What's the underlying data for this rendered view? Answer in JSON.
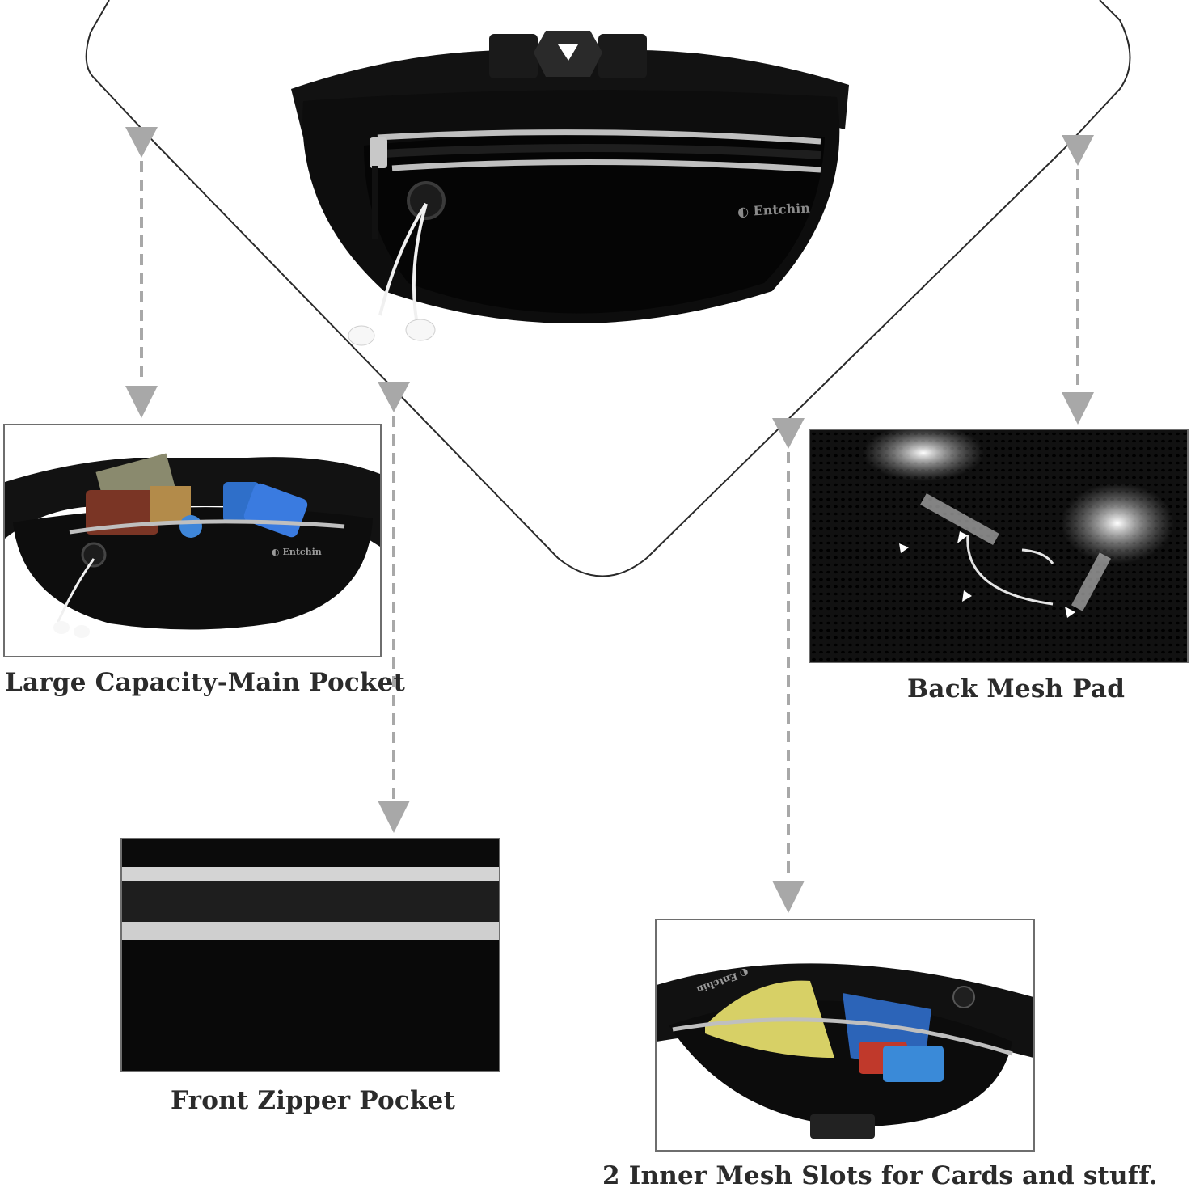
{
  "brand": {
    "name": "Entchin"
  },
  "captions": {
    "main_pocket": "Large Capacity-Main Pocket",
    "back_mesh": "Back Mesh Pad",
    "front_zipper": "Front Zipper Pocket",
    "inner_mesh": "2 Inner Mesh Slots for Cards and stuff."
  },
  "colors": {
    "bag_black": "#0d0d0d",
    "reflective_stripe": "#bfbfbf",
    "connector_line": "#2a2a2a",
    "arrow_gray": "#a8a8a8",
    "frame_border": "#6e6e6e",
    "caption_text": "#2b2b2b"
  }
}
